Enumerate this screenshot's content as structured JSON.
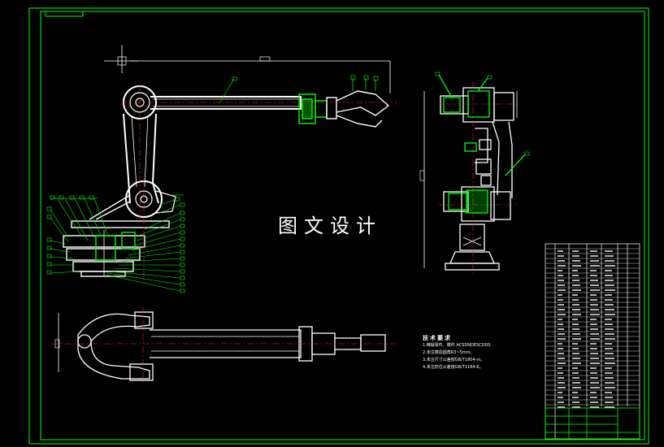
{
  "watermark": "图文设计",
  "technical_notes": {
    "title": "技术要求",
    "lines": [
      "1.精锻零件、铸件 ACSDNDESCDDS",
      "2.未注铸造圆角R3~5mm。",
      "3.未注尺寸公差按GB/T1804-m。",
      "4.未注形位公差按GB/T1184-K。"
    ]
  },
  "colors": {
    "background": "#000000",
    "frame": "#00ff00",
    "outline": "#ffffff",
    "centerline": "#ff2020",
    "highlight": "#00ff00",
    "leader": "#00ff00"
  }
}
